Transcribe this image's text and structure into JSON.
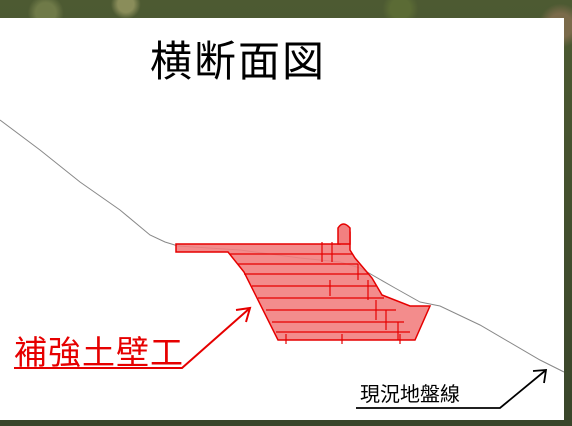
{
  "diagram": {
    "title": "横断面図",
    "labels": {
      "reinforced_wall": "補強土壁工",
      "existing_ground": "現況地盤線"
    },
    "colors": {
      "structure_fill": "#f28080",
      "structure_stroke": "#e60000",
      "label_red": "#e60000",
      "ground_line": "#888888",
      "arrow_black": "#000000"
    }
  }
}
